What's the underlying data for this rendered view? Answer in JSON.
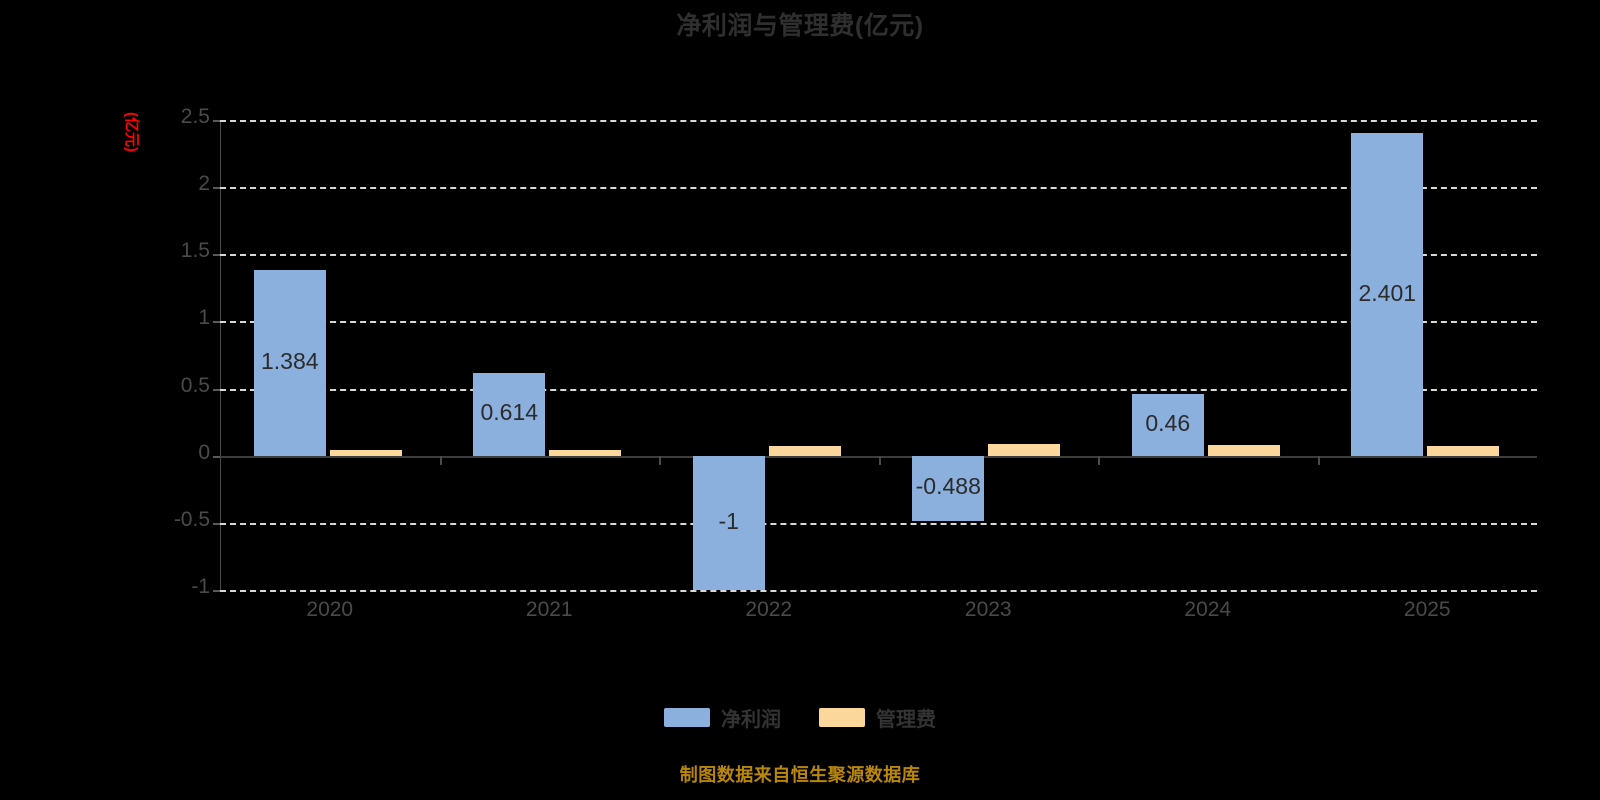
{
  "chart_data": {
    "type": "bar",
    "title": "净利润与管理费(亿元)",
    "xlabel": "",
    "ylabel": "(亿元)",
    "categories": [
      "2020",
      "2021",
      "2022",
      "2023",
      "2024",
      "2025"
    ],
    "series": [
      {
        "name": "净利润",
        "color": "#8cb0de",
        "values": [
          1.384,
          0.614,
          -1,
          -0.488,
          0.46,
          2.401
        ],
        "labels": [
          "1.384",
          "0.614",
          "-1",
          "-0.488",
          "0.46",
          "2.401"
        ]
      },
      {
        "name": "管理费",
        "color": "#fcd79c",
        "values": [
          0.04,
          0.04,
          0.075,
          0.09,
          0.08,
          0.07
        ],
        "labels": [
          "",
          "",
          "",
          "",
          "",
          ""
        ]
      }
    ],
    "ylim": [
      -1,
      2.5
    ],
    "yticks": [
      -1,
      -0.5,
      0,
      0.5,
      1,
      1.5,
      2,
      2.5
    ],
    "ytick_labels": [
      "-1",
      "-0.5",
      "0",
      "0.5",
      "1",
      "1.5",
      "2",
      "2.5"
    ],
    "grid": true,
    "grid_style": "dashed",
    "grid_color": "#d8d8d8",
    "legend_position": "bottom",
    "background": "#000000"
  },
  "axis": {
    "unit_label": "(亿元)",
    "unit_color": "#ff0000"
  },
  "legend": {
    "items": [
      {
        "label": "净利润",
        "color": "#8cb0de"
      },
      {
        "label": "管理费",
        "color": "#fcd79c"
      }
    ]
  },
  "footer": {
    "note": "制图数据来自恒生聚源数据库",
    "color": "#b8860b"
  }
}
